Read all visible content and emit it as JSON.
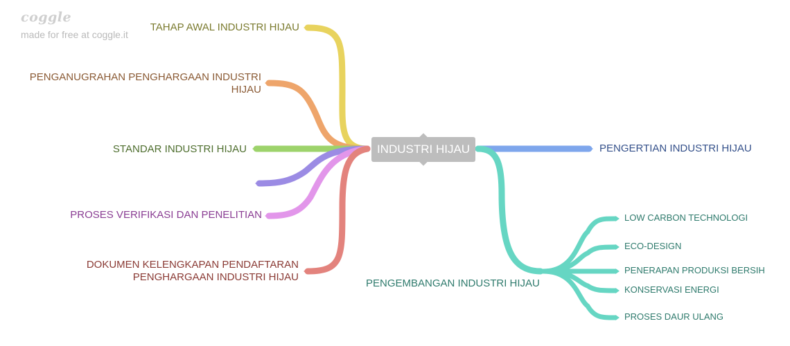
{
  "brand": {
    "logo": "coggle",
    "tagline": "made for free at coggle.it"
  },
  "center": {
    "label": "INDUSTRI HIJAU"
  },
  "branches": [
    {
      "id": "tahap",
      "label": "TAHAP AWAL INDUSTRI HIJAU",
      "color": "#e8d35e",
      "text_color": "#7a7a2e"
    },
    {
      "id": "penganugrahan",
      "label": "PENGANUGRAHAN PENGHARGAAN INDUSTRI HIJAU",
      "color": "#eea56b",
      "text_color": "#8a5a34"
    },
    {
      "id": "standar",
      "label": "STANDAR INDUSTRI HIJAU",
      "color": "#9dd36b",
      "text_color": "#4e6e2e"
    },
    {
      "id": "empty",
      "label": "",
      "color": "#9b8be4",
      "text_color": "#5a4e96"
    },
    {
      "id": "proses-verifikasi",
      "label": "PROSES VERIFIKASI DAN PENELITIAN",
      "color": "#e296ea",
      "text_color": "#8a3d93"
    },
    {
      "id": "dokumen",
      "label": "DOKUMEN KELENGKAPAN PENDAFTARAN PENGHARGAAN INDUSTRI HIJAU",
      "color": "#e3837d",
      "text_color": "#8a3a34"
    },
    {
      "id": "pengertian",
      "label": "PENGERTIAN INDUSTRI HIJAU",
      "color": "#7ea6ec",
      "text_color": "#34508a"
    },
    {
      "id": "pengembangan",
      "label": "PENGEMBANGAN INDUSTRI HIJAU",
      "color": "#66d6c3",
      "text_color": "#2e7a6c",
      "children": [
        {
          "id": "low-carbon",
          "label": "LOW CARBON TECHNOLOGI"
        },
        {
          "id": "eco-design",
          "label": "ECO-DESIGN"
        },
        {
          "id": "produksi-bersih",
          "label": "PENERAPAN PRODUKSI BERSIH"
        },
        {
          "id": "konservasi",
          "label": "KONSERVASI ENERGI"
        },
        {
          "id": "daur-ulang",
          "label": "PROSES DAUR ULANG"
        }
      ]
    }
  ]
}
